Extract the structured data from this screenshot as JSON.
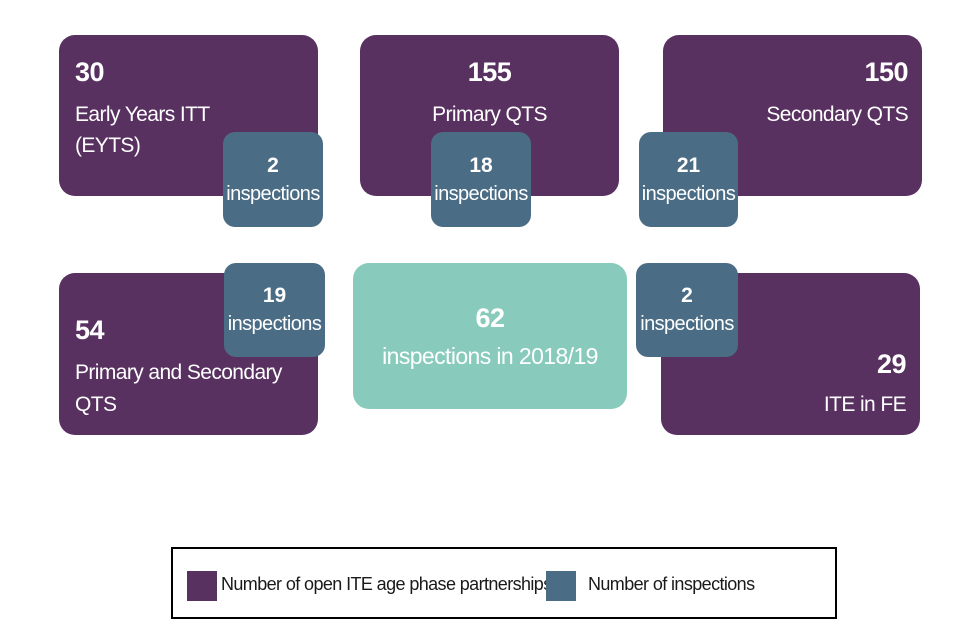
{
  "cards": {
    "eyts": {
      "count": "30",
      "label_line1": "Early Years ITT",
      "label_line2": "(EYTS)"
    },
    "primary": {
      "count": "155",
      "label": "Primary QTS"
    },
    "secondary": {
      "count": "150",
      "label": "Secondary QTS"
    },
    "primary_secondary": {
      "count": "54",
      "label_line1": "Primary and Secondary",
      "label_line2": "QTS"
    },
    "fe": {
      "count": "29",
      "label": "ITE in FE"
    },
    "total": {
      "count": "62",
      "label": "inspections in 2018/19"
    }
  },
  "badges": {
    "eyts": {
      "count": "2",
      "label": "inspections"
    },
    "primary": {
      "count": "18",
      "label": "inspections"
    },
    "secondary": {
      "count": "21",
      "label": "inspections"
    },
    "primary_secondary": {
      "count": "19",
      "label": "inspections"
    },
    "fe": {
      "count": "2",
      "label": "inspections"
    }
  },
  "legend": {
    "partnerships_label": "Number of open ITE age phase partnerships",
    "inspections_label": "Number of inspections"
  },
  "colors": {
    "partnerships": "#583161",
    "inspections": "#4a6c84",
    "total": "#88cbbd"
  }
}
